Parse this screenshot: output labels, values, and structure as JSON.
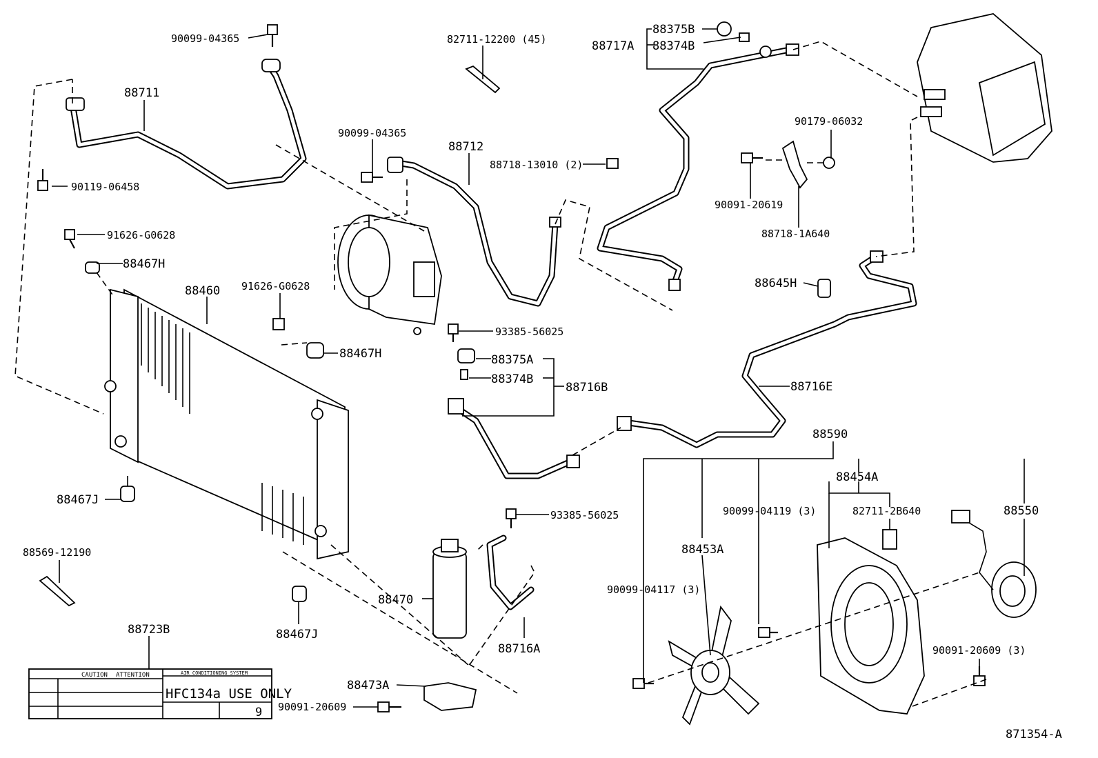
{
  "labels": {
    "p90099_04365_a": "90099-04365",
    "p88711": "88711",
    "p90119_06458": "90119-06458",
    "p91626_g0628_a": "91626-G0628",
    "p88467h_a": "88467H",
    "p88460": "88460",
    "p91626_g0628_b": "91626-G0628",
    "p88467h_b": "88467H",
    "p88467j_a": "88467J",
    "p88467j_b": "88467J",
    "p88569_12190": "88569-12190",
    "p88723b": "88723B",
    "p82711_12200": "82711-12200 (45)",
    "p90099_04365_b": "90099-04365",
    "p88712": "88712",
    "p88718_13010": "88718-13010 (2)",
    "p93385_56025_a": "93385-56025",
    "p88375a": "88375A",
    "p88374b_a": "88374B",
    "p88716b": "88716B",
    "p93385_56025_b": "93385-56025",
    "p88470": "88470",
    "p88716a": "88716A",
    "p88473a": "88473A",
    "p90091_20609_a": "90091-20609",
    "p88375b": "88375B",
    "p88717a": "88717A",
    "p88374b_b": "88374B",
    "p90179_06032": "90179-06032",
    "p90091_20619": "90091-20619",
    "p88718_1a640": "88718-1A640",
    "p88645h": "88645H",
    "p88716e": "88716E",
    "p88590": "88590",
    "p88454a": "88454A",
    "p90099_04119": "90099-04119 (3)",
    "p82711_2b640": "82711-2B640",
    "p88550": "88550",
    "p88453a": "88453A",
    "p90099_04117": "90099-04117 (3)",
    "p90091_20609_b": "90091-20609 (3)",
    "diagram_id": "871354-A"
  },
  "caution_label": {
    "header_left": "CAUTION",
    "header_right": "ATTENTION",
    "right_header": "AIR CONDITIONING SYSTEM",
    "hfc_text": "HFC134a USE ONLY",
    "small_value": "9"
  },
  "colors": {
    "ink": "#000000",
    "background": "#ffffff"
  }
}
